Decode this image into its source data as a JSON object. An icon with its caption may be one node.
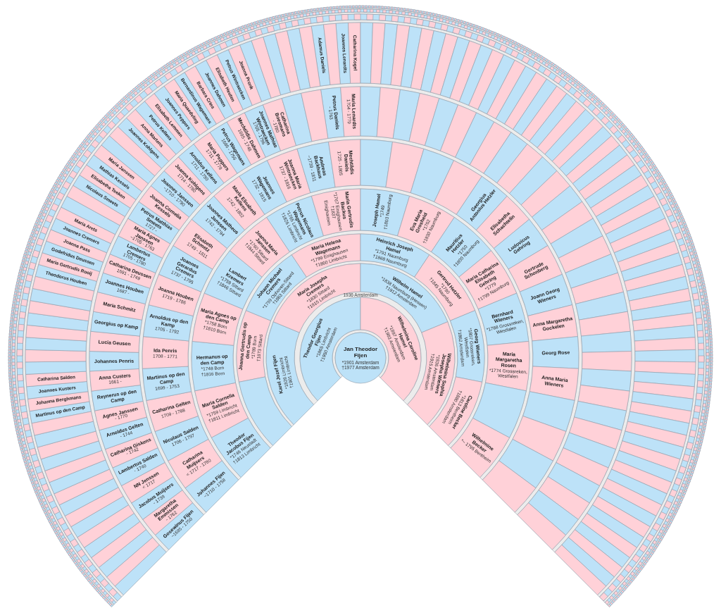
{
  "diagram": {
    "nodes": [
      {
        "text": [
          "Jan Theodor Fijen",
          "*1901 Amsterdam",
          "†1977 Amsterdam"
        ]
      },
      {
        "text": [
          "Theodor Georgius Fijen",
          "*1865 Limbricht",
          "†1950 Amsterdam"
        ]
      },
      {
        "text": [
          "Wilhelmina Caroline Hamel",
          "*1897 Amsterdam",
          "†1983 Amsterdam"
        ]
      },
      {
        "text": [
          "Karel Jozef Fijen",
          "*1826 Limbricht",
          "†1901 Limbricht"
        ]
      },
      {
        "text": [
          "Maria Josepha Cremers",
          "*1830 Sittard",
          "†1915 Limbricht"
        ]
      },
      {
        "text": [
          "Wilhelm Hamel",
          "*1838 Naumburg (Hessen)",
          "†1912 Amsterdam"
        ]
      },
      {
        "text": [
          "Wilhelmina Sophia Josepha Wieners",
          "*1836 Amsterdam",
          "†1915 Amsterdam"
        ]
      },
      {
        "text": [
          "Joanna Gertrudis op den Camp",
          "*1789 Born",
          "†1873 Sittard"
        ]
      },
      {
        "text": [
          "Johann Michael Cremers",
          "*1799 Ophoven-Sittard",
          "†1863 Sittard"
        ]
      },
      {
        "text": [
          "Maria Helena Wagemans",
          "*1799 Einighausen",
          "†1860 Limbricht"
        ]
      },
      {
        "text": [
          "Heinrich Joseph Hamel",
          "*1791 Naumburg",
          "†1868 Naumburg"
        ]
      },
      {
        "text": [
          "Gertrud Hetzler",
          "*1790",
          "†1845 Naumburg"
        ]
      },
      {
        "text": [
          "Georg Wieners",
          "*1807 Grossreken, Westfalen",
          "†1862 Amsterdam"
        ]
      },
      {
        "text": [
          "Caroline Becker",
          "*1813 Bentheim",
          "†1880 Amsterdam"
        ]
      },
      {
        "text": [
          "Theodor Jacobus Fijen",
          "*1746 Neustadt",
          "†1813 Limbricht"
        ]
      },
      {
        "text": [
          "Maria Cornelia Salden",
          "*1759 Limbricht",
          "†1811 Limbricht"
        ]
      },
      {
        "text": [
          "Hermanus op den Camp",
          "*1748 Born",
          "†1816 Born"
        ]
      },
      {
        "text": [
          "Maria Agnes op den Camp",
          "*1758 Born",
          "†1810 Born"
        ]
      },
      {
        "text": [
          "Lambert Kremers",
          "*1759 Sittard",
          "†1846 Sittard"
        ]
      },
      {
        "text": [
          "Joanna Maria Janssen",
          "*1760 Sittard",
          "†1844 Sittard"
        ]
      },
      {
        "text": [
          "Petrus Nicolaus Wagemans",
          "*1765 Limbricht",
          "†1826 Limbricht"
        ]
      },
      {
        "text": [
          "Maria Gertrudis Backus",
          "*1767 Einighausen",
          "†1837 Einighausen"
        ]
      },
      {
        "text": [
          "Joseph Hamel",
          "*1749",
          "†1803 Naumburg"
        ]
      },
      {
        "text": [
          "Eva Maria Grosheid",
          "*1762",
          "†1830 Naumburg"
        ]
      },
      {
        "text": [
          "Mauritius Hetzler",
          "*1750",
          "†1800 Naumburg"
        ]
      },
      {
        "text": [
          "Maria Catharina Elisabeth Gehring",
          "*1779",
          "†1799 Naumburg"
        ]
      },
      {
        "text": [
          "Bernhard Wieners",
          "*1788 Grossreken, Westfalen"
        ]
      },
      {
        "text": [
          "Maria Margaretha Rosen",
          "*1774 Grossreken, Westfalen"
        ]
      },
      {
        "text": [
          "Wilhelmine Becker",
          "*~ 1795 Bentheim"
        ]
      },
      {
        "text": [
          "Johannes Fijen",
          "~1710 - 1758"
        ]
      },
      {
        "text": [
          "Catharina Muijsers",
          "< 1717 - 1780"
        ]
      },
      {
        "text": [
          "Nicolaus Salden",
          "1706 - 1797"
        ]
      },
      {
        "text": [
          "Catharina Gelten",
          "1709 - 1788"
        ]
      },
      {
        "text": [
          "Martinus op den Camp",
          "1699 - 1753"
        ]
      },
      {
        "text": [
          "Ida Penris",
          "1708 - 1771"
        ]
      },
      {
        "text": [
          "Arnoldus op den Kamp",
          "1705 - 1792"
        ]
      },
      {
        "text": [
          "Joanna Houben",
          "1719 - 1786"
        ]
      },
      {
        "text": [
          "Joannes Gerardus Cremers",
          "1737 - 1795"
        ]
      },
      {
        "text": [
          "Elisabeth Schmetz",
          "1749 - 1811"
        ]
      },
      {
        "text": [
          "Joannes Matheus Janssen",
          "1742 - 1794"
        ]
      },
      {
        "text": [
          "Maria Elisabeth Kellens",
          "1742 - 1802"
        ]
      },
      {
        "text": [
          "Joannes Wagemans",
          "1732 - 1815"
        ]
      },
      {
        "text": [
          "Joanna Maria Wintraecken",
          "1737 - 1816"
        ]
      },
      {
        "text": [
          "Andreas Backhaus",
          "~1739 - 1811"
        ]
      },
      {
        "text": [
          "Mechtildis Daniels",
          "1725 - 1805"
        ]
      },
      {
        "text": [
          "Georgius Antonius Hetzler"
        ]
      },
      {
        "text": [
          "Elisabetha Schachtelin"
        ]
      },
      {
        "text": [
          "Ludovicus Gehring"
        ]
      },
      {
        "text": [
          "Gertrude Schonberg"
        ]
      },
      {
        "text": [
          "Joann Georg Wieners"
        ]
      },
      {
        "text": [
          "Anna Margaretha Gockelen"
        ]
      },
      {
        "text": [
          "Georg Rose"
        ]
      },
      {
        "text": [
          "Anna Maria Wieners"
        ]
      },
      {
        "text": [
          "Gosewinus Fijen",
          "~1685 - 1750"
        ]
      },
      {
        "text": [
          "Margaretha Emmissen",
          "- 1762"
        ]
      },
      {
        "text": [
          "Jacobus Muijsers",
          "- 1739"
        ]
      },
      {
        "text": [
          "NN Jenssen",
          "< 1717"
        ]
      },
      {
        "text": [
          "Lambertus Salden",
          "- 1740"
        ]
      },
      {
        "text": [
          "Catharina Giskens",
          "- 1742"
        ]
      },
      {
        "text": [
          "Arnoldus Gelten",
          "- 1744"
        ]
      },
      {
        "text": [
          "Agnes Janssen",
          "- 1770"
        ]
      },
      {
        "text": [
          "Reynerus op den Camp"
        ]
      },
      {
        "text": [
          "Anna Custers",
          "1661 -"
        ]
      },
      {
        "text": [
          "Johannes Penris"
        ]
      },
      {
        "text": [
          "Lucia Geusen"
        ]
      },
      {
        "text": [
          "Georgius op Kamp"
        ]
      },
      {
        "text": [
          "Maria Schmitz"
        ]
      },
      {
        "text": [
          "Joannes Houben",
          "1687 -"
        ]
      },
      {
        "text": [
          "Catharina Deussen",
          "1691 - 1749"
        ]
      },
      {
        "text": [
          "Lambertus Cremers",
          "1705 - 1780"
        ]
      },
      {
        "text": [
          "Maria Agnes Janssen",
          "~1705 - 1763"
        ]
      },
      {
        "text": [
          "Petrus Matthias Smeets",
          "1727 -"
        ]
      },
      {
        "text": [
          "Joanna Cornelia Kessels"
        ]
      },
      {
        "text": [
          "Joannes Janssen",
          "~1710 - 1790"
        ]
      },
      {
        "text": [
          "Joanna Kohlgens",
          "1714 - 1780"
        ]
      },
      {
        "text": [
          "Arnoldus Kellens",
          "1711 - 1780"
        ]
      },
      {
        "text": [
          "Maria Peppers",
          "1711 - 1779"
        ]
      },
      {
        "text": [
          "Petrus Wagemans",
          "1686 - 1756"
        ]
      },
      {
        "text": [
          "Mechtildis Dahmen",
          "1695 - 1748"
        ]
      },
      {
        "text": [
          "Joannes Mathias Wintraecken",
          "1705 - 1796"
        ]
      },
      {
        "text": [
          "Catharina Boesmans",
          "- 1780"
        ]
      },
      {
        "text": [
          "Petrus Daniels",
          "- 1763"
        ]
      },
      {
        "text": [
          "Maria Lenardts",
          "1704 - 1779"
        ]
      },
      {
        "text": [
          "Martinus op den Camp"
        ]
      },
      {
        "text": [
          "Johanna Berghmans"
        ]
      },
      {
        "text": [
          "Joannes Kusters"
        ]
      },
      {
        "text": [
          "Catharina Salden"
        ]
      },
      {
        "text": [
          "Theodorus Houben"
        ]
      },
      {
        "text": [
          "Maria Gertrudis Rooij"
        ]
      },
      {
        "text": [
          "Godefridus Deussen"
        ]
      },
      {
        "text": [
          "Joanna Pass"
        ]
      },
      {
        "text": [
          "Joannes Cremers"
        ]
      },
      {
        "text": [
          "Maria Arets"
        ]
      },
      {
        "text": [
          "Nicolaus Smeets"
        ]
      },
      {
        "text": [
          "Elisabetha Teeken"
        ]
      },
      {
        "text": [
          "Mathias Kessels"
        ]
      },
      {
        "text": [
          "Maria Janssen"
        ]
      },
      {
        "text": [
          "Joannes Kohlgens"
        ]
      },
      {
        "text": [
          "Anna Martens"
        ]
      },
      {
        "text": [
          "Petrus Kellens"
        ]
      },
      {
        "text": [
          "Elisabeth Lemmen"
        ]
      },
      {
        "text": [
          "Joannes Peppers"
        ]
      },
      {
        "text": [
          "Maria Quaedvlieg"
        ]
      },
      {
        "text": [
          "Bernardinus Wagemans"
        ]
      },
      {
        "text": [
          "Barbara Crins"
        ]
      },
      {
        "text": [
          "Joannes Dahmen"
        ]
      },
      {
        "text": [
          "Elisabeth Heuten"
        ]
      },
      {
        "text": [
          "Petrus Wintraecken"
        ]
      },
      {
        "text": [
          "Joanna Pronk"
        ]
      },
      {
        "text": [
          "Adamus Daniels"
        ]
      },
      {
        "text": [
          "Joannes Lenardts"
        ]
      },
      {
        "text": [
          "Catharina Kogel"
        ]
      },
      {
        "text": [],
        "shape": "sector"
      },
      {
        "text": [],
        "shape": "sector"
      },
      {
        "text": [],
        "shape": "sector"
      },
      {
        "text": [],
        "shape": "sector"
      },
      {
        "text": [],
        "shape": "sector"
      },
      {
        "text": [],
        "shape": "sector"
      },
      {
        "text": [],
        "shape": "sector"
      },
      {
        "text": [],
        "shape": "sector"
      },
      {
        "text": [],
        "shape": "sector"
      },
      {
        "text": [],
        "shape": "sector"
      },
      {
        "text": [],
        "shape": "sector"
      },
      {
        "text": [],
        "shape": "sector"
      },
      {
        "text": [],
        "shape": "sector"
      },
      {
        "text": [],
        "shape": "sector"
      },
      {
        "text": [],
        "shape": "sector"
      },
      {
        "text": [],
        "shape": "sector"
      },
      {
        "text": [],
        "shape": "sector"
      },
      {
        "text": [],
        "shape": "sector"
      },
      {
        "text": [],
        "shape": "sector"
      },
      {
        "text": [],
        "shape": "sector"
      },
      {
        "text": [],
        "shape": "sector"
      },
      {
        "text": [],
        "shape": "sector"
      },
      {
        "text": [],
        "shape": "sector"
      },
      {
        "text": [],
        "shape": "sector"
      },
      {
        "text": [],
        "shape": "sector"
      },
      {
        "text": [],
        "shape": "sector"
      },
      {
        "text": [],
        "shape": "sector"
      },
      {
        "text": [],
        "shape": "sector"
      },
      {
        "text": [],
        "shape": "sector"
      },
      {
        "text": [],
        "shape": "sector"
      },
      {
        "text": [],
        "shape": "sector"
      },
      {
        "text": [],
        "shape": "sector"
      },
      {
        "text": [],
        "shape": "sector"
      },
      {
        "text": [],
        "shape": "sector"
      },
      {
        "text": [],
        "shape": "sector"
      },
      {
        "text": [],
        "shape": "sector"
      },
      {
        "text": [],
        "shape": "sector"
      },
      {
        "text": [],
        "shape": "sector"
      },
      {
        "text": [],
        "shape": "sector"
      },
      {
        "text": [],
        "shape": "sector"
      },
      {
        "text": [],
        "shape": "sector"
      },
      {
        "text": [],
        "shape": "sector"
      },
      {
        "text": [],
        "shape": "sector"
      },
      {
        "text": [],
        "shape": "sector"
      },
      {
        "text": [],
        "shape": "sector"
      },
      {
        "text": [],
        "shape": "sector"
      },
      {
        "text": [],
        "shape": "sector"
      },
      {
        "text": [],
        "shape": "sector"
      },
      {
        "text": [],
        "shape": "sector"
      },
      {
        "text": [],
        "shape": "sector"
      },
      {
        "text": [],
        "shape": "sector"
      },
      {
        "text": [],
        "shape": "sector"
      },
      {
        "text": [],
        "shape": "sector"
      },
      {
        "text": [],
        "shape": "sector"
      },
      {
        "text": [],
        "shape": "sector"
      },
      {
        "text": [],
        "shape": "sector"
      },
      {
        "text": [],
        "shape": "sector"
      },
      {
        "text": [],
        "shape": "sector"
      },
      {
        "text": [],
        "shape": "sector"
      },
      {
        "text": [],
        "shape": "sector"
      },
      {
        "text": [],
        "shape": "sector"
      },
      {
        "text": [],
        "shape": "sector"
      },
      {
        "text": [],
        "shape": "sector"
      },
      {
        "text": [],
        "shape": "sector"
      },
      {
        "text": [],
        "shape": "sector"
      },
      {
        "text": [],
        "shape": "sector"
      },
      {
        "text": [],
        "shape": "sector"
      },
      {
        "text": [],
        "shape": "sector"
      },
      {
        "text": [],
        "shape": "sector"
      },
      {
        "text": [],
        "shape": "sector"
      },
      {
        "text": [],
        "shape": "sector"
      },
      {
        "text": [],
        "shape": "sector"
      },
      {
        "text": [],
        "shape": "sector"
      },
      {
        "text": [],
        "shape": "sector"
      },
      {
        "text": [],
        "shape": "sector"
      },
      {
        "text": [],
        "shape": "sector"
      },
      {
        "text": [],
        "shape": "sector"
      },
      {
        "text": [],
        "shape": "sector"
      },
      {
        "text": [],
        "shape": "sector"
      },
      {
        "text": [],
        "shape": "sector"
      },
      {
        "text": [],
        "shape": "sector"
      },
      {
        "text": [],
        "shape": "sector"
      },
      {
        "text": [],
        "shape": "sector"
      },
      {
        "text": [],
        "shape": "sector"
      },
      {
        "text": [],
        "shape": "sector"
      },
      {
        "text": [],
        "shape": "sector"
      },
      {
        "text": [],
        "shape": "sector"
      },
      {
        "text": [],
        "shape": "sector"
      },
      {
        "text": [],
        "shape": "sector"
      },
      {
        "text": [],
        "shape": "sector"
      },
      {
        "text": [],
        "shape": "sector"
      },
      {
        "text": [],
        "shape": "sector"
      },
      {
        "text": [],
        "shape": "sector"
      },
      {
        "text": [],
        "shape": "sector"
      },
      {
        "text": [],
        "shape": "sector"
      },
      {
        "text": [],
        "shape": "sector"
      },
      {
        "text": [],
        "shape": "sector"
      },
      {
        "text": [],
        "shape": "sector"
      },
      {
        "text": [],
        "shape": "sector"
      },
      {
        "text": [],
        "shape": "sector"
      },
      {
        "text": [],
        "shape": "sector"
      },
      {
        "text": [],
        "shape": "sector"
      },
      {
        "text": [],
        "shape": "sector"
      },
      {
        "text": [],
        "shape": "sector"
      },
      {
        "text": [],
        "shape": "sector"
      },
      {
        "text": [],
        "shape": "sector"
      },
      {
        "text": [],
        "shape": "sector"
      },
      {
        "text": [],
        "shape": "sector"
      },
      {
        "text": [],
        "shape": "sector"
      },
      {
        "text": [],
        "shape": "sector"
      },
      {
        "text": [],
        "shape": "sector"
      },
      {
        "text": [],
        "shape": "sector"
      },
      {
        "text": [],
        "shape": "sector"
      },
      {
        "text": [],
        "shape": "sector"
      },
      {
        "text": [],
        "shape": "sector"
      },
      {
        "text": [],
        "shape": "sector"
      },
      {
        "text": [],
        "shape": "sector"
      },
      {
        "text": [],
        "shape": "sector"
      },
      {
        "text": [],
        "shape": "sector"
      },
      {
        "text": [],
        "shape": "sector"
      },
      {
        "text": [],
        "shape": "sector"
      },
      {
        "text": [],
        "shape": "sector"
      },
      {
        "text": [],
        "shape": "sector"
      },
      {
        "text": [],
        "shape": "sector"
      },
      {
        "text": [],
        "shape": "sector"
      },
      {
        "text": [],
        "shape": "sector"
      },
      {
        "text": [],
        "shape": "sector"
      },
      {
        "text": [],
        "shape": "sector"
      },
      {
        "text": [],
        "shape": "sector"
      },
      {
        "text": [],
        "shape": "sector"
      },
      {
        "text": [],
        "shape": "sector"
      },
      {
        "text": [],
        "shape": "sector"
      },
      {
        "text": [],
        "shape": "sector"
      },
      {
        "text": [],
        "shape": "sector"
      },
      {
        "text": [],
        "shape": "sector"
      },
      {
        "text": [],
        "shape": "sector"
      },
      {
        "text": [],
        "shape": "sector"
      },
      {
        "text": [],
        "shape": "sector"
      },
      {
        "text": [],
        "shape": "sector"
      },
      {
        "text": [],
        "shape": "sector"
      },
      {
        "text": [],
        "shape": "sector"
      },
      {
        "text": [],
        "shape": "sector"
      },
      {
        "text": [],
        "shape": "sector"
      }
    ],
    "labels": [
      "1936 Amsterdam"
    ]
  }
}
